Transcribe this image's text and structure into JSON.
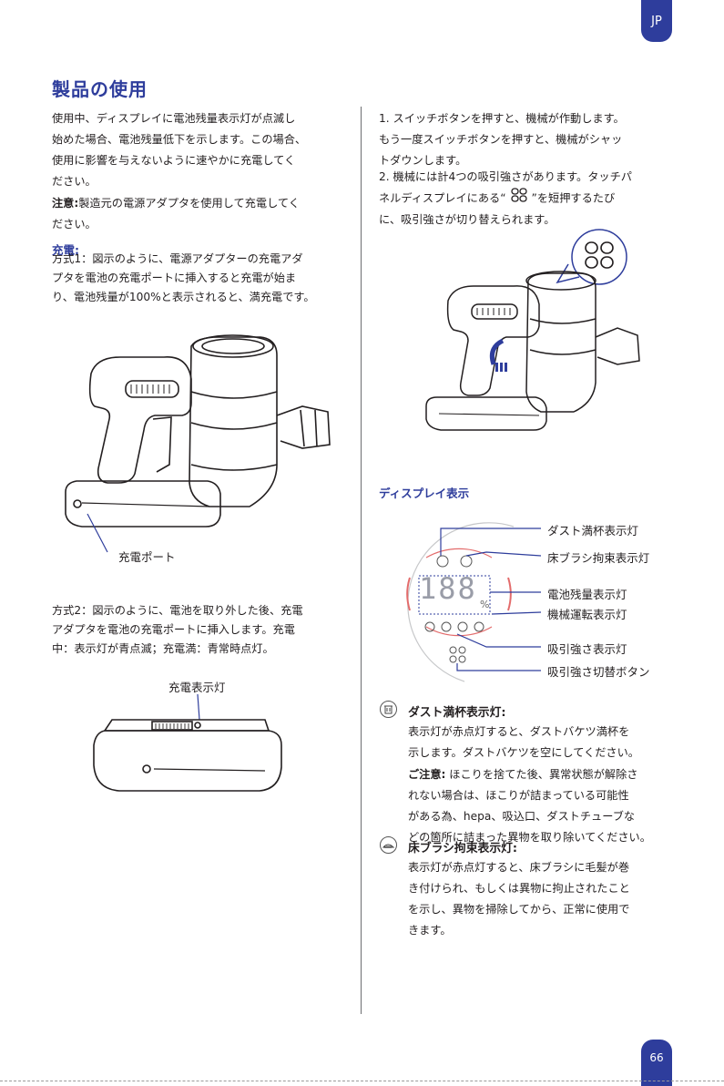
{
  "tabs": {
    "lang": "JP",
    "page_number": "66"
  },
  "title": "製品の使用",
  "left": {
    "intro": [
      "使用中、ディスプレイに電池残量表示灯が点滅し",
      "始めた場合、電池残量低下を示します。この場合、",
      "使用に影響を与えないように速やかに充電してく",
      "ださい。"
    ],
    "note_label": "注意:",
    "note_lines": [
      "製造元の電源アダプタを使用して充電してく",
      "ださい。"
    ],
    "charge_head": "充電:",
    "method1": [
      "方式1：図示のように、電源アダプターの充電アダ",
      "プタを電池の充電ポートに挿入すると充電が始ま",
      "り、電池残量が100%と表示されると、満充電です。"
    ],
    "port_label": "充電ポート",
    "method2": [
      "方式2：図示のように、電池を取り外した後、充電",
      "アダプタを電池の充電ポートに挿入します。充電",
      "中：表示灯が青点滅；充電満：青常時点灯。"
    ],
    "indicator_label": "充電表示灯"
  },
  "right": {
    "step1": [
      "1. スイッチボタンを押すと、機械が作動します。",
      "もう一度スイッチボタンを押すと、機械がシャッ",
      "トダウンします。"
    ],
    "step2_a": "2. 機械には計4つの吸引強さがあります。タッチパ",
    "step2_b1": "ネルディスプレイにある“",
    "step2_b2": "”を短押するたび",
    "step2_c": "に、吸引強さが切り替えられます。",
    "display_head": "ディスプレイ表示",
    "display_digits": "188",
    "display_pct": "%",
    "callouts": [
      "ダスト満杯表示灯",
      "床ブラシ拘束表示灯",
      "電池残量表示灯",
      "機械運転表示灯",
      "吸引強さ表示灯",
      "吸引強さ切替ボタン"
    ],
    "dust_title": "ダスト満杯表示灯:",
    "dust_body": [
      "表示灯が赤点灯すると、ダストバケツ満杯を",
      "示します。ダストバケツを空にしてください。"
    ],
    "caution_label": "ご注意:",
    "caution_lines": [
      " ほこりを捨てた後、異常状態が解除さ",
      "れない場合は、ほこりが詰まっている可能性",
      "がある為、hepa、吸込口、ダストチューブな",
      "どの箇所に詰まった異物を取り除いてください。"
    ],
    "brush_title": "床ブラシ拘束表示灯:",
    "brush_body": [
      "表示灯が赤点灯すると、床ブラシに毛髪が巻",
      "き付けられ、もしくは異物に拘止されたこと",
      "を示し、異物を掃除してから、正常に使用で",
      "きます。"
    ]
  }
}
